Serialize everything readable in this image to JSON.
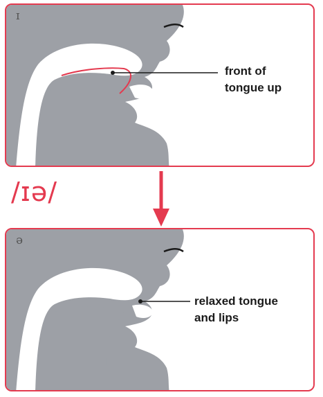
{
  "ipa_symbol": "/ɪə/",
  "colors": {
    "accent": "#e43a4f",
    "head": "#9da0a6",
    "text": "#1a1a1a"
  },
  "panels": [
    {
      "symbol": "ɪ",
      "label_lines": [
        "front of",
        "tongue up"
      ]
    },
    {
      "symbol": "ə",
      "label_lines": [
        "relaxed tongue",
        "and lips"
      ]
    }
  ]
}
